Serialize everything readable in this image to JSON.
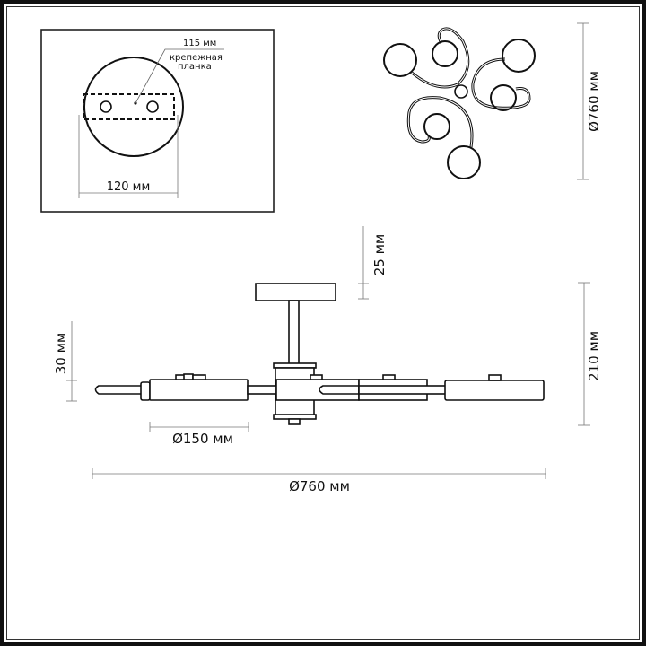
{
  "mount_detail": {
    "bracket_dimension": "115 мм",
    "bracket_label_line1": "крепежная",
    "bracket_label_line2": "планка",
    "canopy_width": "120 мм"
  },
  "top_view": {
    "diameter": "Ø760 мм"
  },
  "side_view": {
    "canopy_height": "25 мм",
    "total_height": "210 мм",
    "shade_height": "30 мм",
    "shade_diameter": "Ø150 мм",
    "total_diameter": "Ø760 мм"
  },
  "colors": {
    "line": "#111111",
    "dimension_line": "#777777",
    "background": "#ffffff"
  }
}
